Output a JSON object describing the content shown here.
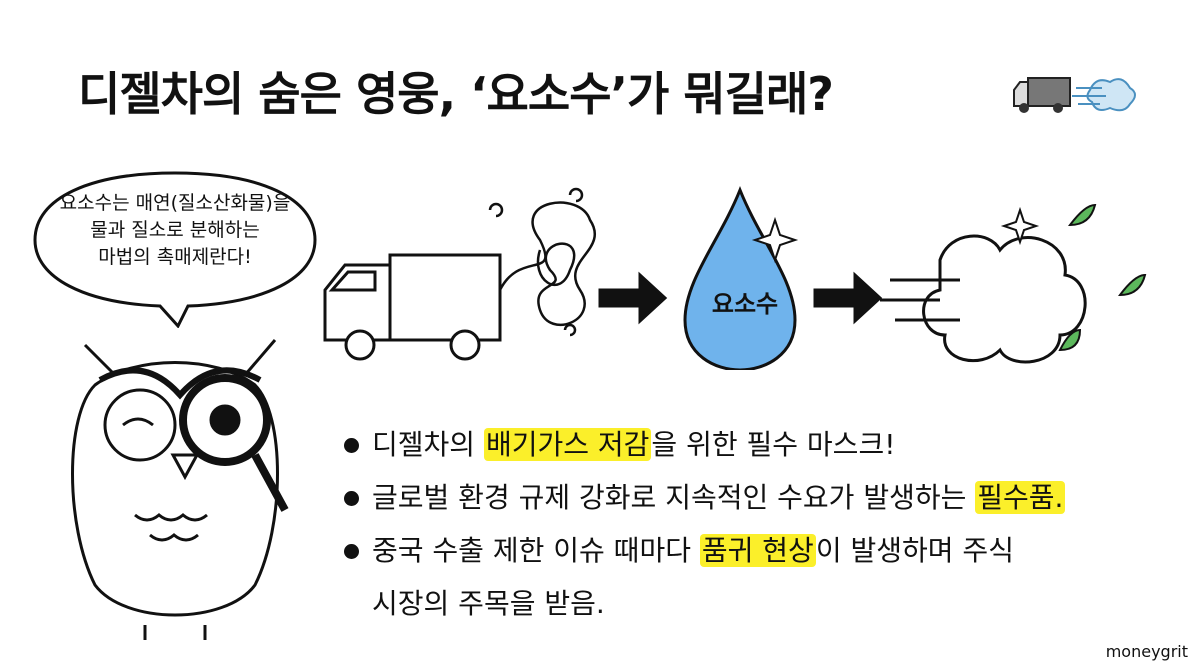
{
  "title": "디젤차의 숨은 영웅, ‘요소수’가 뭐길래?",
  "title_icons": [
    "truck-icon",
    "wind-icon"
  ],
  "speech_bubble": {
    "lines": [
      "요소수는 매연(질소산화물)을",
      "물과 질소로 분해하는",
      "마법의 촉매제란다!"
    ]
  },
  "flow": {
    "drop_label": "요소수",
    "drop_color": "#6fb3ec",
    "leaf_color": "#5cb85c"
  },
  "bullets": [
    {
      "pre": "디젤차의 ",
      "highlight": "배기가스 저감",
      "post": "을 위한 필수 마스크!"
    },
    {
      "pre": "글로벌 환경 규제 강화로 지속적인 수요가 발생하는 ",
      "highlight": "필수품.",
      "post": ""
    },
    {
      "pre": "중국 수출 제한 이슈 때마다 ",
      "highlight": "품귀 현상",
      "post": "이 발생하며 주식",
      "cont": "시장의 주목을 받음."
    }
  ],
  "highlight_color": "#fbef2a",
  "brand": "moneygrit"
}
